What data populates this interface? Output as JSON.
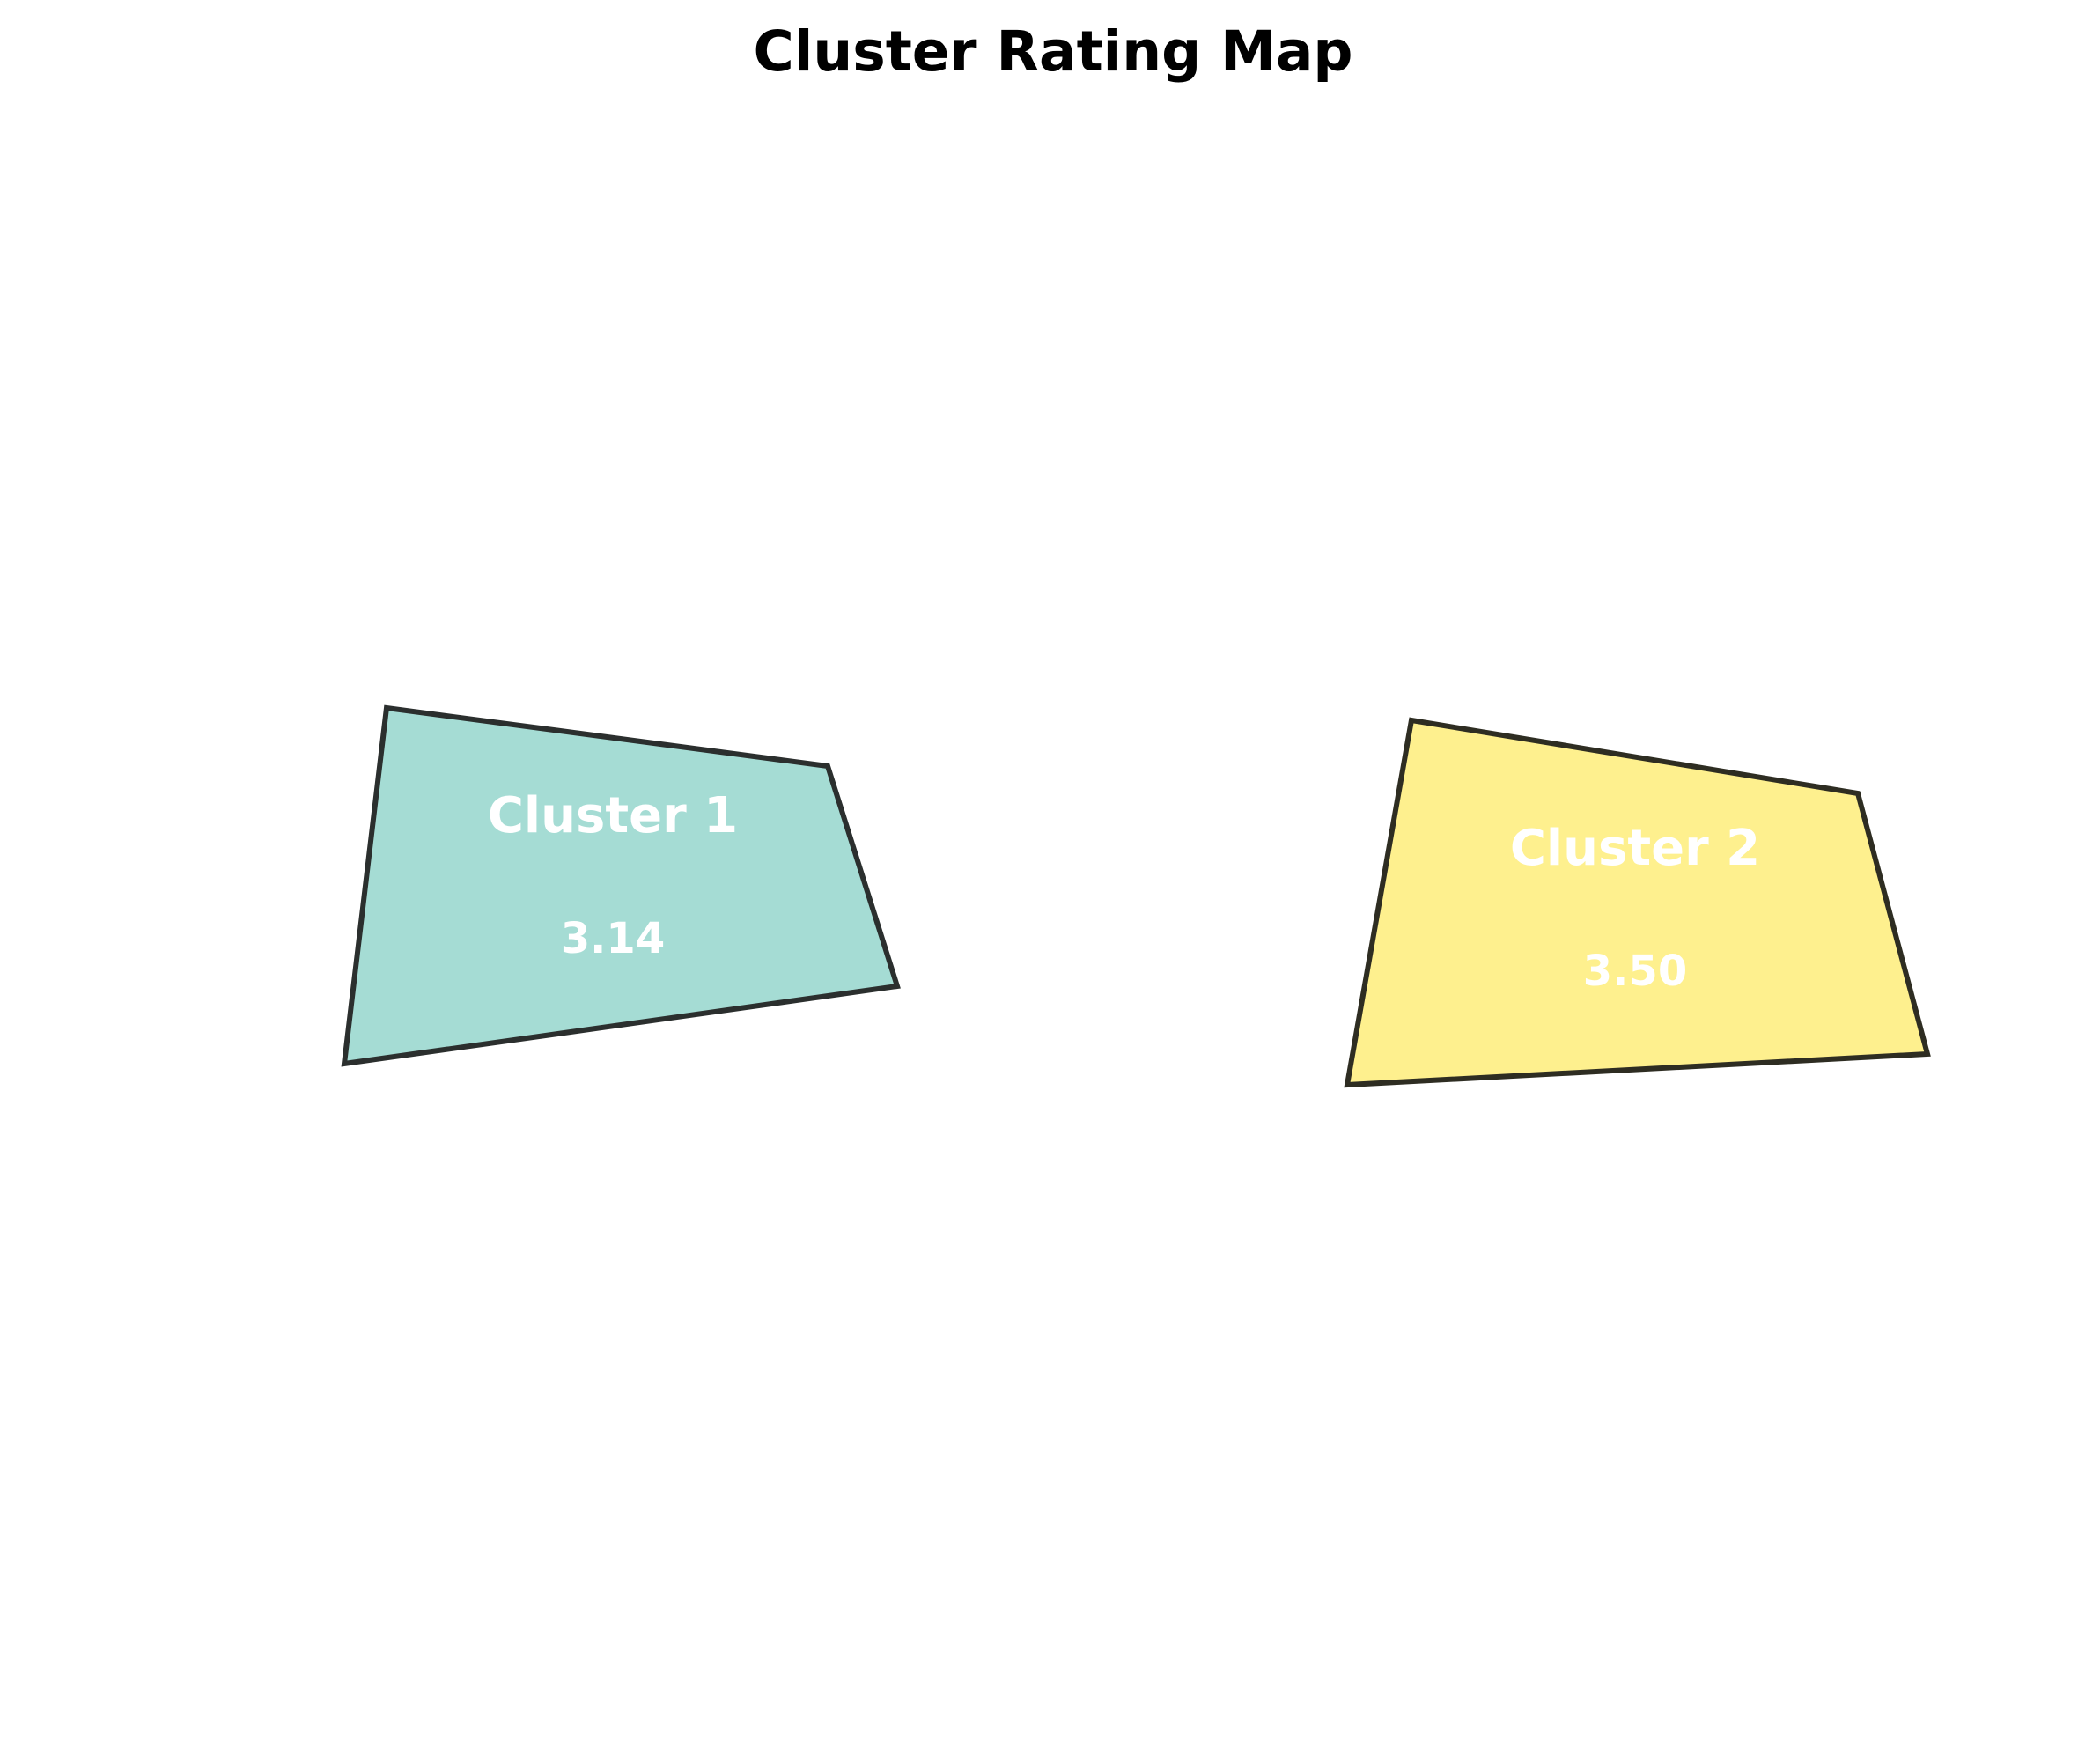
{
  "chart_data": {
    "type": "map",
    "title": "Cluster Rating Map",
    "regions": [
      {
        "name": "Cluster 1",
        "value": 3.14,
        "value_label": "3.14",
        "fill": "#a5dcd4",
        "stroke": "#2b2f2e"
      },
      {
        "name": "Cluster 2",
        "value": 3.5,
        "value_label": "3.50",
        "fill": "#fef08e",
        "stroke": "#2e2d22"
      }
    ],
    "grid": false,
    "axes": false
  }
}
